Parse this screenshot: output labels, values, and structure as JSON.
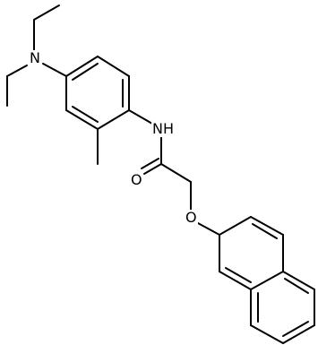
{
  "molecule": {
    "labels": {
      "amine_n": "N",
      "amide_nh": "NH",
      "carbonyl_o": "O",
      "ether_o": "O"
    },
    "colors": {
      "bond": "#000000",
      "background": "#ffffff"
    }
  }
}
